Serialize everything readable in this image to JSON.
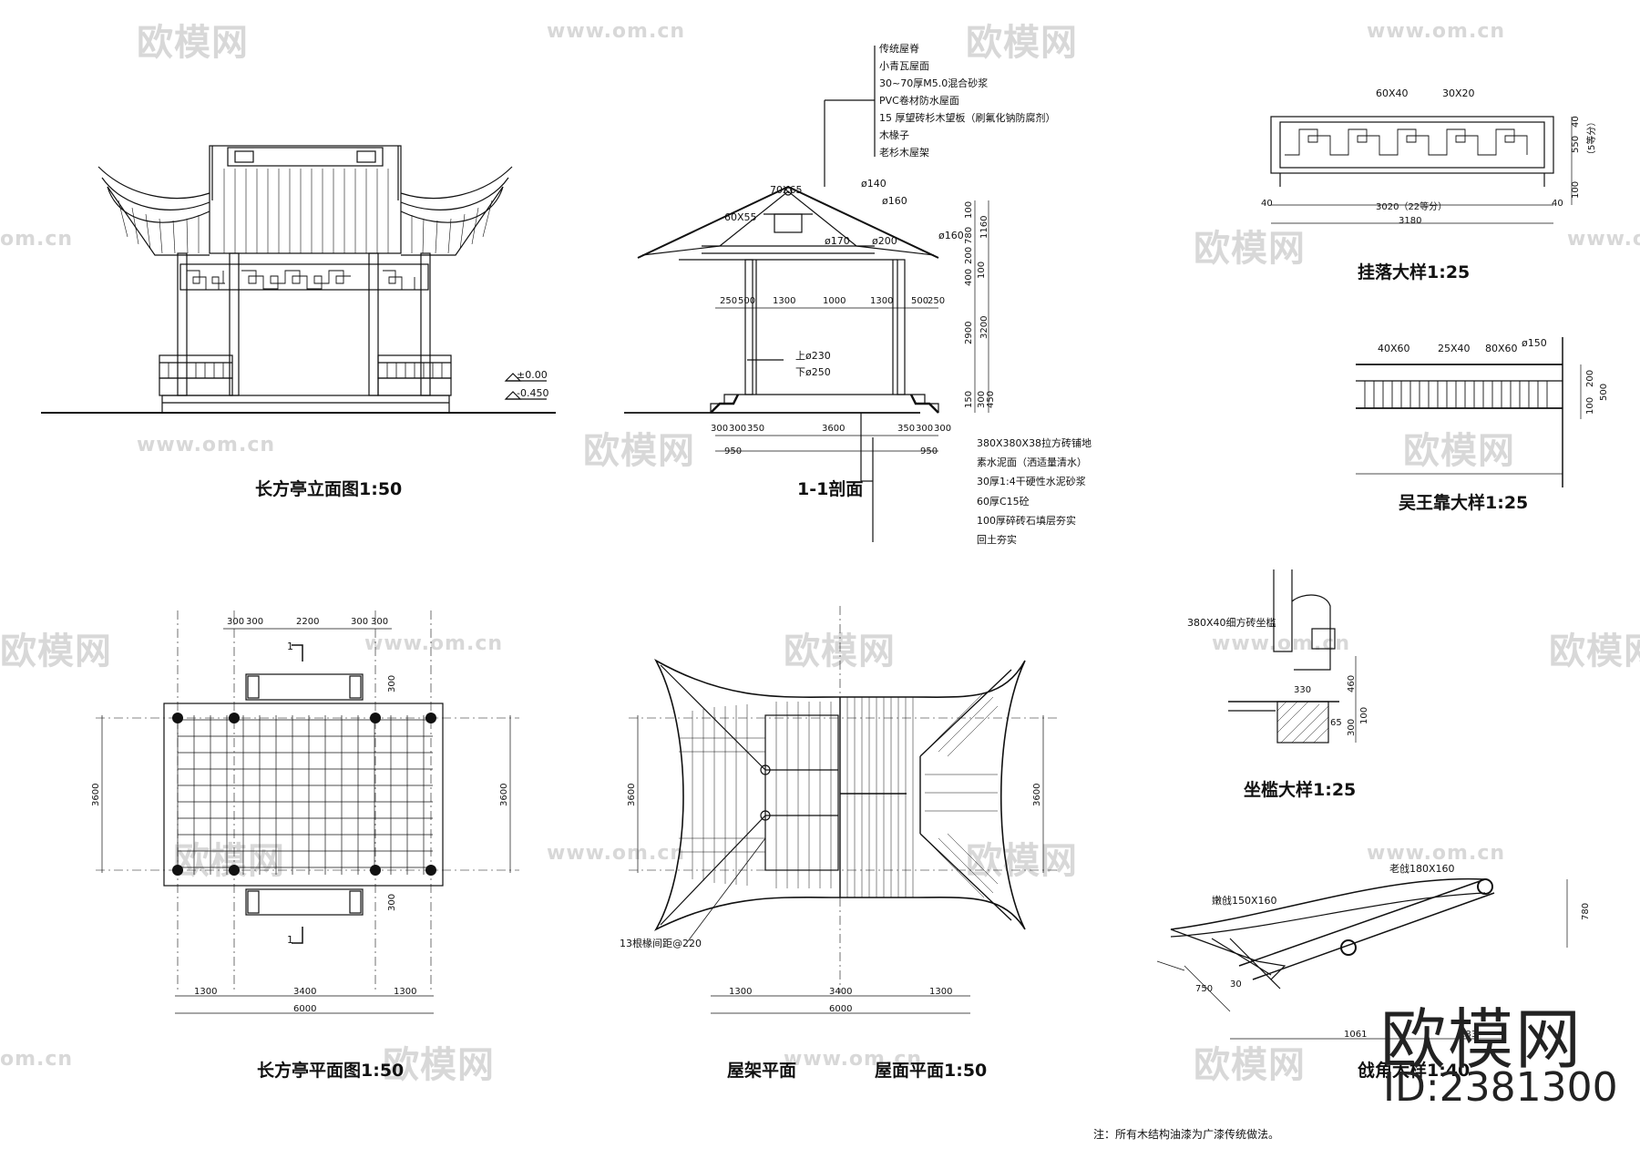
{
  "watermark": {
    "brand_cn": "欧模网",
    "url": "www.om.cn",
    "url_short": "om.cn"
  },
  "titles": {
    "elevation": "长方亭立面图1:50",
    "section": "1-1剖面",
    "hanging_fret": "挂落大样1:25",
    "bench_back": "吴王靠大样1:25",
    "plan": "长方亭平面图1:50",
    "roof_frame": "屋架平面",
    "roof_plan": "屋面平面1:50",
    "seat_rail": "坐槛大样1:25",
    "corner_beam": "戗角大样1:40"
  },
  "elevation": {
    "level_zero": "±0.00",
    "level_ground": "-0.450"
  },
  "section": {
    "roof_layers": [
      "传统屋脊",
      "小青瓦屋面",
      "30~70厚M5.0混合砂浆",
      "PVC卷材防水屋面",
      "15 厚望砖杉木望板（刷氟化钠防腐剂）",
      "木椽子",
      "老杉木屋架"
    ],
    "floor_layers": [
      "380X380X38拉方砖铺地",
      "素水泥面（洒适量清水）",
      "30厚1:4干硬性水泥砂浆",
      "60厚C15砼",
      "100厚碎砖石填层夯实",
      "回土夯实"
    ],
    "member_labels": [
      "70X65",
      "60X55",
      "ø140",
      "ø160",
      "ø170",
      "ø200",
      "ø160"
    ],
    "column_labels": [
      "上ø230",
      "下ø250"
    ],
    "top_dims": [
      "250",
      "500",
      "1300",
      "1000",
      "1300",
      "500",
      "250"
    ],
    "bottom_dims": [
      "300",
      "300",
      "350",
      "3600",
      "350",
      "300",
      "300"
    ],
    "bottom_dims2": [
      "950",
      "950"
    ],
    "right_dims": [
      "100",
      "780",
      "1160",
      "200",
      "400",
      "100",
      "2900",
      "3200",
      "150",
      "300",
      "450"
    ]
  },
  "hanging_fret": {
    "labels": [
      "60X40",
      "30X20"
    ],
    "dims": [
      "40",
      "3020（22等分）",
      "40",
      "3180"
    ],
    "right_dims": [
      "40",
      "550",
      "100",
      "（5等分）"
    ]
  },
  "bench_back": {
    "labels": [
      "40X60",
      "25X40",
      "80X60",
      "ø150"
    ],
    "right_dims": [
      "200",
      "100",
      "500"
    ]
  },
  "plan": {
    "top_dims": [
      "300",
      "300",
      "2200",
      "300",
      "300"
    ],
    "bottom_dims": [
      "1300",
      "3400",
      "1300"
    ],
    "total": "6000",
    "side_dim": "3600",
    "small_dims": [
      "300",
      "300"
    ],
    "section_mark": "1"
  },
  "roof": {
    "rafter_note": "13根椽间距@220",
    "bottom_dims": [
      "1300",
      "3400",
      "1300"
    ],
    "total": "6000",
    "side_dim": "3600"
  },
  "seat_rail": {
    "label": "380X40细方砖坐槛",
    "dims": [
      "330",
      "460",
      "300",
      "65",
      "100"
    ]
  },
  "corner_beam": {
    "labels": [
      "嫩戗150X160",
      "老戗180X160"
    ],
    "dims": [
      "780",
      "750",
      "1061",
      "183",
      "30"
    ]
  },
  "footnote": "注：所有木结构油漆为广漆传统做法。",
  "stamp": {
    "brand": "欧模网",
    "id": "ID:2381300"
  }
}
